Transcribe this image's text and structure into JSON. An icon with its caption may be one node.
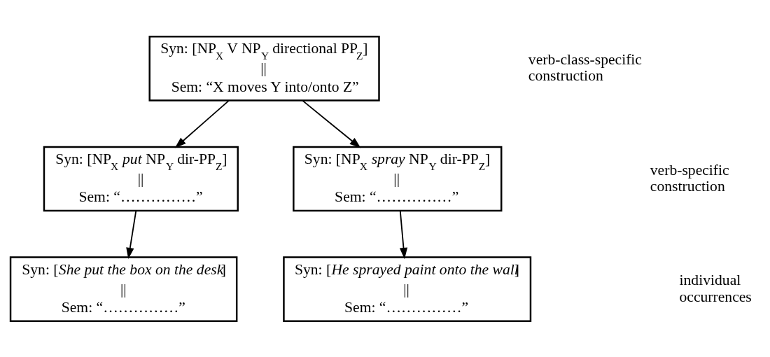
{
  "diagram": {
    "nodes": [
      {
        "text": [
          "Syn: [NP$_{X}$ V NP$_{Y}$ directional PP$_{Z}$]",
          "||",
          "Sem: “X moves Y into/onto Z”"
        ]
      },
      {
        "text": [
          "Syn: [NP$_{X}$ *put* NP$_{Y}$ dir-PP$_{Z}$]",
          "||",
          "Sem: “……………”"
        ]
      },
      {
        "text": [
          "Syn: [NP$_{X}$ *spray* NP$_{Y}$ dir-PP$_{Z}$]",
          "||",
          "Sem: “……………”"
        ]
      },
      {
        "text": [
          "Syn: [*She put the box on the desk*]",
          "||",
          "Sem: “……………”"
        ]
      },
      {
        "text": [
          "Syn: [*He sprayed paint onto the wall*]",
          "||",
          "Sem: “……………”"
        ]
      }
    ],
    "edges": [
      {
        "from": 0,
        "to": 1,
        "arrow": "to"
      },
      {
        "from": 0,
        "to": 2,
        "arrow": "to"
      },
      {
        "from": 1,
        "to": 3,
        "arrow": "to"
      },
      {
        "from": 2,
        "to": 4,
        "arrow": "to"
      }
    ],
    "labels": [
      "verb-class-specific construction",
      "verb-specific construction",
      "individual occurrences"
    ]
  }
}
